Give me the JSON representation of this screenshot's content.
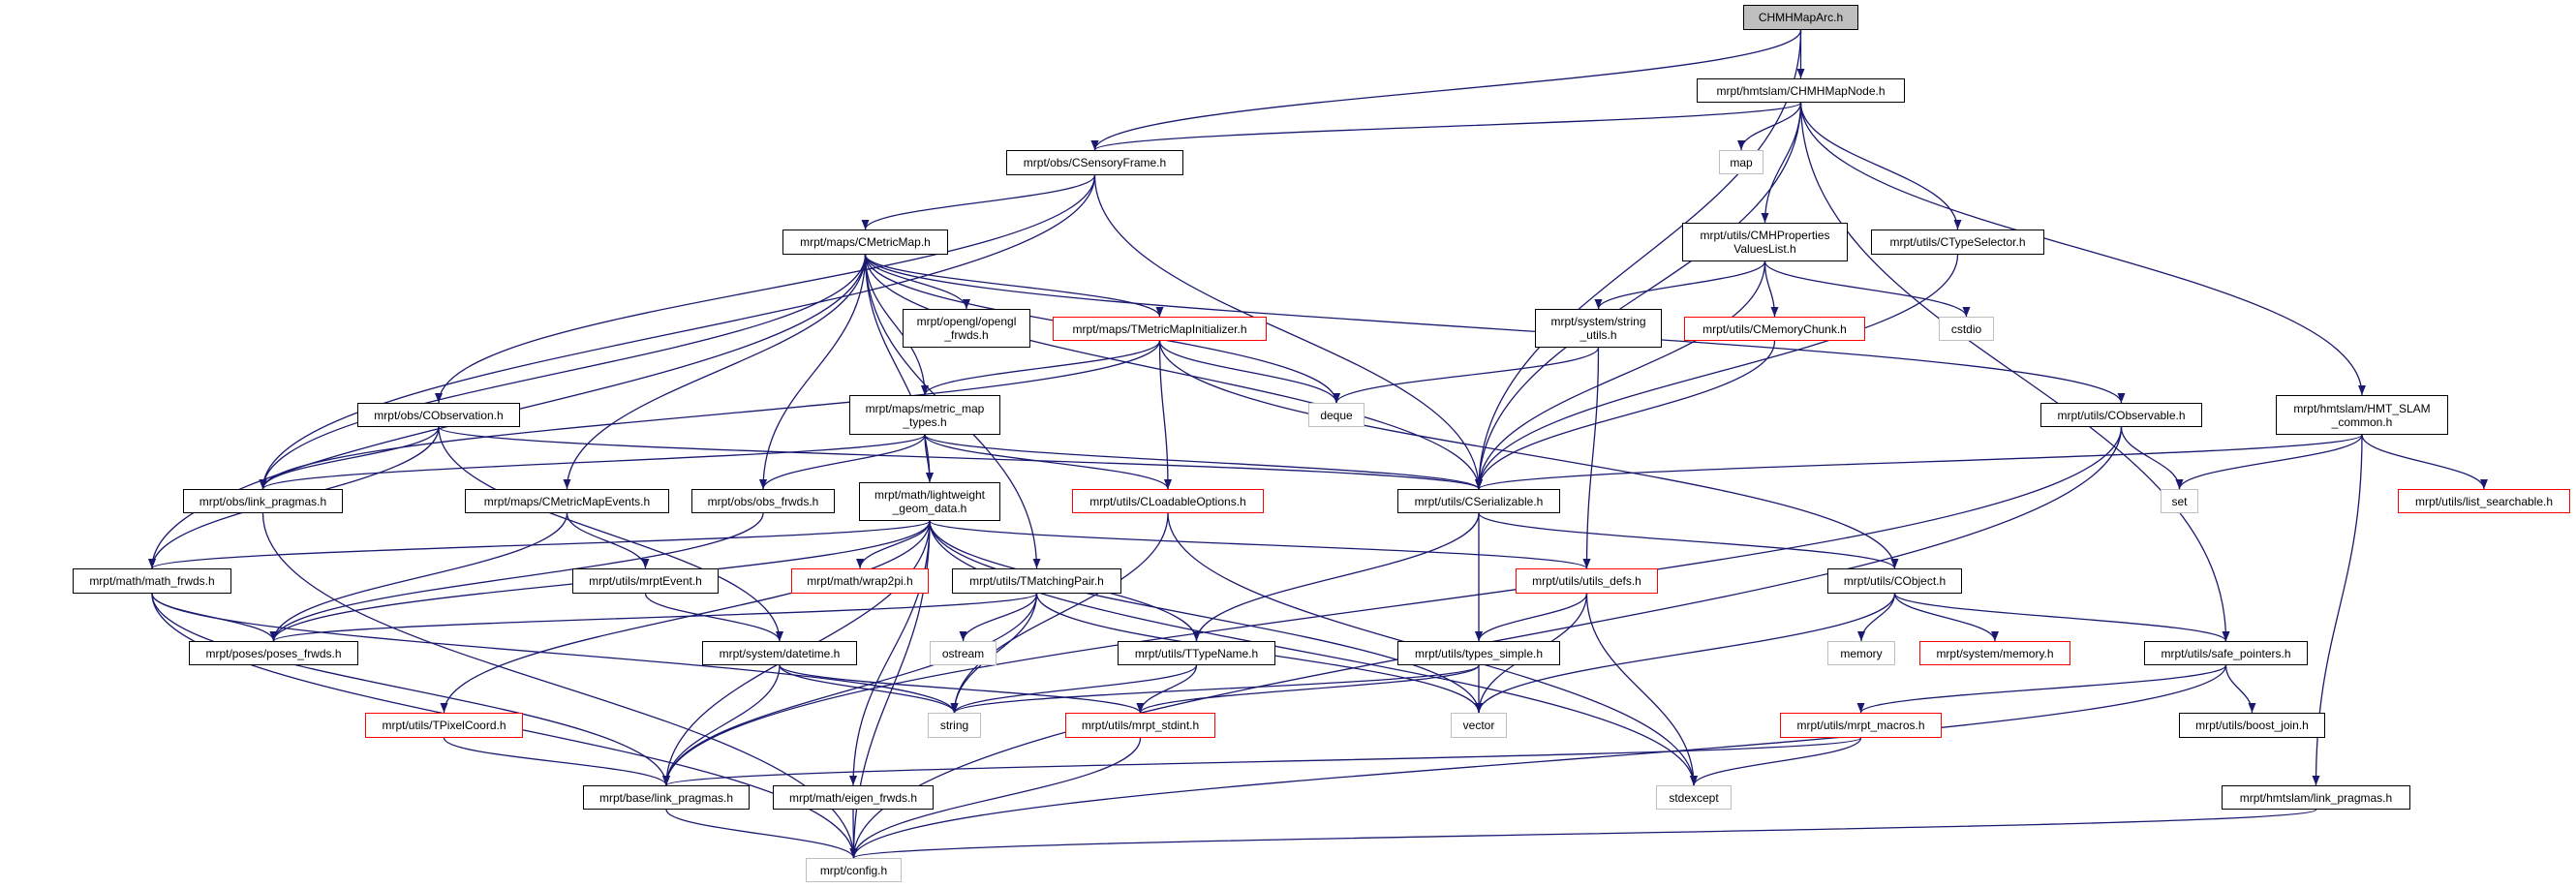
{
  "graph": {
    "title": "CHMHMapArc.h",
    "edge_color": "#191970",
    "border_colors": {
      "normal": "#000000",
      "red": "#ff0000",
      "gray": "#bfbfbf"
    },
    "root_fill": "#bfbfbf",
    "nodes": [
      {
        "id": "arc",
        "lines": [
          "CHMHMapArc.h"
        ],
        "style": "root"
      },
      {
        "id": "node",
        "lines": [
          "mrpt/hmtslam/CHMHMapNode.h"
        ],
        "style": "normal"
      },
      {
        "id": "sensory",
        "lines": [
          "mrpt/obs/CSensoryFrame.h"
        ],
        "style": "normal"
      },
      {
        "id": "map",
        "lines": [
          "map"
        ],
        "style": "gray"
      },
      {
        "id": "props",
        "lines": [
          "mrpt/utils/CMHProperties",
          "ValuesList.h"
        ],
        "style": "normal"
      },
      {
        "id": "typesel",
        "lines": [
          "mrpt/utils/CTypeSelector.h"
        ],
        "style": "normal"
      },
      {
        "id": "metricmap",
        "lines": [
          "mrpt/maps/CMetricMap.h"
        ],
        "style": "normal"
      },
      {
        "id": "opengl",
        "lines": [
          "mrpt/opengl/opengl",
          "_frwds.h"
        ],
        "style": "normal"
      },
      {
        "id": "tmminit",
        "lines": [
          "mrpt/maps/TMetricMapInitializer.h"
        ],
        "style": "red"
      },
      {
        "id": "strutils",
        "lines": [
          "mrpt/system/string",
          "_utils.h"
        ],
        "style": "normal"
      },
      {
        "id": "memchunk",
        "lines": [
          "mrpt/utils/CMemoryChunk.h"
        ],
        "style": "red"
      },
      {
        "id": "cstdio",
        "lines": [
          "cstdio"
        ],
        "style": "gray"
      },
      {
        "id": "observation",
        "lines": [
          "mrpt/obs/CObservation.h"
        ],
        "style": "normal"
      },
      {
        "id": "mmtypes",
        "lines": [
          "mrpt/maps/metric_map",
          "_types.h"
        ],
        "style": "normal"
      },
      {
        "id": "deque",
        "lines": [
          "deque"
        ],
        "style": "gray"
      },
      {
        "id": "observable",
        "lines": [
          "mrpt/utils/CObservable.h"
        ],
        "style": "normal"
      },
      {
        "id": "hmtcommon",
        "lines": [
          "mrpt/hmtslam/HMT_SLAM",
          "_common.h"
        ],
        "style": "normal"
      },
      {
        "id": "obslp",
        "lines": [
          "mrpt/obs/link_pragmas.h"
        ],
        "style": "normal"
      },
      {
        "id": "mmevents",
        "lines": [
          "mrpt/maps/CMetricMapEvents.h"
        ],
        "style": "normal"
      },
      {
        "id": "obsfrwds",
        "lines": [
          "mrpt/obs/obs_frwds.h"
        ],
        "style": "normal"
      },
      {
        "id": "lwgeom",
        "lines": [
          "mrpt/math/lightweight",
          "_geom_data.h"
        ],
        "style": "normal"
      },
      {
        "id": "loadopt",
        "lines": [
          "mrpt/utils/CLoadableOptions.h"
        ],
        "style": "red"
      },
      {
        "id": "serializable",
        "lines": [
          "mrpt/utils/CSerializable.h"
        ],
        "style": "normal"
      },
      {
        "id": "set",
        "lines": [
          "set"
        ],
        "style": "gray"
      },
      {
        "id": "listsearch",
        "lines": [
          "mrpt/utils/list_searchable.h"
        ],
        "style": "red"
      },
      {
        "id": "mathfrwds",
        "lines": [
          "mrpt/math/math_frwds.h"
        ],
        "style": "normal"
      },
      {
        "id": "mrptevent",
        "lines": [
          "mrpt/utils/mrptEvent.h"
        ],
        "style": "normal"
      },
      {
        "id": "wrap2pi",
        "lines": [
          "mrpt/math/wrap2pi.h"
        ],
        "style": "red"
      },
      {
        "id": "matchpair",
        "lines": [
          "mrpt/utils/TMatchingPair.h"
        ],
        "style": "normal"
      },
      {
        "id": "utilsdefs",
        "lines": [
          "mrpt/utils/utils_defs.h"
        ],
        "style": "red"
      },
      {
        "id": "cobject",
        "lines": [
          "mrpt/utils/CObject.h"
        ],
        "style": "normal"
      },
      {
        "id": "posesfrwds",
        "lines": [
          "mrpt/poses/poses_frwds.h"
        ],
        "style": "normal"
      },
      {
        "id": "datetime",
        "lines": [
          "mrpt/system/datetime.h"
        ],
        "style": "normal"
      },
      {
        "id": "ostream",
        "lines": [
          "ostream"
        ],
        "style": "gray"
      },
      {
        "id": "ttypename",
        "lines": [
          "mrpt/utils/TTypeName.h"
        ],
        "style": "normal"
      },
      {
        "id": "typessimple",
        "lines": [
          "mrpt/utils/types_simple.h"
        ],
        "style": "normal"
      },
      {
        "id": "memory",
        "lines": [
          "memory"
        ],
        "style": "gray"
      },
      {
        "id": "sysmemory",
        "lines": [
          "mrpt/system/memory.h"
        ],
        "style": "red"
      },
      {
        "id": "safeptr",
        "lines": [
          "mrpt/utils/safe_pointers.h"
        ],
        "style": "normal"
      },
      {
        "id": "pixelcoord",
        "lines": [
          "mrpt/utils/TPixelCoord.h"
        ],
        "style": "red"
      },
      {
        "id": "string",
        "lines": [
          "string"
        ],
        "style": "gray"
      },
      {
        "id": "stdint",
        "lines": [
          "mrpt/utils/mrpt_stdint.h"
        ],
        "style": "red"
      },
      {
        "id": "vector",
        "lines": [
          "vector"
        ],
        "style": "gray"
      },
      {
        "id": "macros",
        "lines": [
          "mrpt/utils/mrpt_macros.h"
        ],
        "style": "red"
      },
      {
        "id": "boostjoin",
        "lines": [
          "mrpt/utils/boost_join.h"
        ],
        "style": "normal"
      },
      {
        "id": "baselp",
        "lines": [
          "mrpt/base/link_pragmas.h"
        ],
        "style": "normal"
      },
      {
        "id": "eigenfrwds",
        "lines": [
          "mrpt/math/eigen_frwds.h"
        ],
        "style": "normal"
      },
      {
        "id": "stdexcept",
        "lines": [
          "stdexcept"
        ],
        "style": "gray"
      },
      {
        "id": "hmtlp",
        "lines": [
          "mrpt/hmtslam/link_pragmas.h"
        ],
        "style": "normal"
      },
      {
        "id": "config",
        "lines": [
          "mrpt/config.h"
        ],
        "style": "gray"
      }
    ],
    "edges": [
      [
        "arc",
        "node"
      ],
      [
        "arc",
        "sensory"
      ],
      [
        "arc",
        "serializable"
      ],
      [
        "node",
        "sensory"
      ],
      [
        "node",
        "map"
      ],
      [
        "node",
        "props"
      ],
      [
        "node",
        "typesel"
      ],
      [
        "node",
        "serializable"
      ],
      [
        "node",
        "safeptr"
      ],
      [
        "node",
        "hmtcommon"
      ],
      [
        "sensory",
        "metricmap"
      ],
      [
        "sensory",
        "observation"
      ],
      [
        "sensory",
        "obslp"
      ],
      [
        "sensory",
        "serializable"
      ],
      [
        "metricmap",
        "obslp"
      ],
      [
        "metricmap",
        "mathfrwds"
      ],
      [
        "metricmap",
        "mmevents"
      ],
      [
        "metricmap",
        "obsfrwds"
      ],
      [
        "metricmap",
        "mmtypes"
      ],
      [
        "metricmap",
        "lwgeom"
      ],
      [
        "metricmap",
        "opengl"
      ],
      [
        "metricmap",
        "tmminit"
      ],
      [
        "metricmap",
        "deque"
      ],
      [
        "metricmap",
        "serializable"
      ],
      [
        "metricmap",
        "observable"
      ],
      [
        "metricmap",
        "matchpair"
      ],
      [
        "tmminit",
        "obslp"
      ],
      [
        "tmminit",
        "mmtypes"
      ],
      [
        "tmminit",
        "loadopt"
      ],
      [
        "tmminit",
        "deque"
      ],
      [
        "tmminit",
        "cobject"
      ],
      [
        "mmtypes",
        "obslp"
      ],
      [
        "mmtypes",
        "obsfrwds"
      ],
      [
        "mmtypes",
        "lwgeom"
      ],
      [
        "mmtypes",
        "loadopt"
      ],
      [
        "mmtypes",
        "serializable"
      ],
      [
        "observation",
        "obslp"
      ],
      [
        "observation",
        "mathfrwds"
      ],
      [
        "observation",
        "serializable"
      ],
      [
        "observation",
        "datetime"
      ],
      [
        "props",
        "serializable"
      ],
      [
        "props",
        "strutils"
      ],
      [
        "props",
        "memchunk"
      ],
      [
        "props",
        "cstdio"
      ],
      [
        "strutils",
        "deque"
      ],
      [
        "strutils",
        "utilsdefs"
      ],
      [
        "memchunk",
        "serializable"
      ],
      [
        "typesel",
        "serializable"
      ],
      [
        "observable",
        "set"
      ],
      [
        "observable",
        "baselp"
      ],
      [
        "observable",
        "config"
      ],
      [
        "hmtcommon",
        "serializable"
      ],
      [
        "hmtcommon",
        "set"
      ],
      [
        "hmtcommon",
        "listsearch"
      ],
      [
        "hmtcommon",
        "hmtlp"
      ],
      [
        "obslp",
        "config"
      ],
      [
        "mmevents",
        "posesfrwds"
      ],
      [
        "mmevents",
        "mrptevent"
      ],
      [
        "obsfrwds",
        "posesfrwds"
      ],
      [
        "lwgeom",
        "mathfrwds"
      ],
      [
        "lwgeom",
        "posesfrwds"
      ],
      [
        "lwgeom",
        "wrap2pi"
      ],
      [
        "lwgeom",
        "pixelcoord"
      ],
      [
        "lwgeom",
        "baselp"
      ],
      [
        "lwgeom",
        "eigenfrwds"
      ],
      [
        "lwgeom",
        "config"
      ],
      [
        "lwgeom",
        "ttypename"
      ],
      [
        "lwgeom",
        "utilsdefs"
      ],
      [
        "lwgeom",
        "vector"
      ],
      [
        "lwgeom",
        "stdexcept"
      ],
      [
        "mathfrwds",
        "posesfrwds"
      ],
      [
        "mathfrwds",
        "baselp"
      ],
      [
        "mathfrwds",
        "config"
      ],
      [
        "mathfrwds",
        "string"
      ],
      [
        "mrptevent",
        "datetime"
      ],
      [
        "datetime",
        "baselp"
      ],
      [
        "datetime",
        "string"
      ],
      [
        "datetime",
        "stdint"
      ],
      [
        "pixelcoord",
        "baselp"
      ],
      [
        "baselp",
        "config"
      ],
      [
        "eigenfrwds",
        "config"
      ],
      [
        "matchpair",
        "posesfrwds"
      ],
      [
        "matchpair",
        "ostream"
      ],
      [
        "matchpair",
        "string"
      ],
      [
        "matchpair",
        "baselp"
      ],
      [
        "matchpair",
        "vector"
      ],
      [
        "loadopt",
        "string"
      ],
      [
        "loadopt",
        "stdexcept"
      ],
      [
        "serializable",
        "ttypename"
      ],
      [
        "serializable",
        "typessimple"
      ],
      [
        "serializable",
        "cobject"
      ],
      [
        "utilsdefs",
        "typessimple"
      ],
      [
        "utilsdefs",
        "vector"
      ],
      [
        "utilsdefs",
        "stdexcept"
      ],
      [
        "ttypename",
        "string"
      ],
      [
        "ttypename",
        "stdint"
      ],
      [
        "typessimple",
        "string"
      ],
      [
        "typessimple",
        "stdint"
      ],
      [
        "typessimple",
        "vector"
      ],
      [
        "stdint",
        "config"
      ],
      [
        "cobject",
        "memory"
      ],
      [
        "cobject",
        "sysmemory"
      ],
      [
        "cobject",
        "safeptr"
      ],
      [
        "cobject",
        "vector"
      ],
      [
        "safeptr",
        "macros"
      ],
      [
        "safeptr",
        "boostjoin"
      ],
      [
        "safeptr",
        "config"
      ],
      [
        "macros",
        "baselp"
      ],
      [
        "macros",
        "stdexcept"
      ],
      [
        "hmtlp",
        "config"
      ]
    ]
  }
}
